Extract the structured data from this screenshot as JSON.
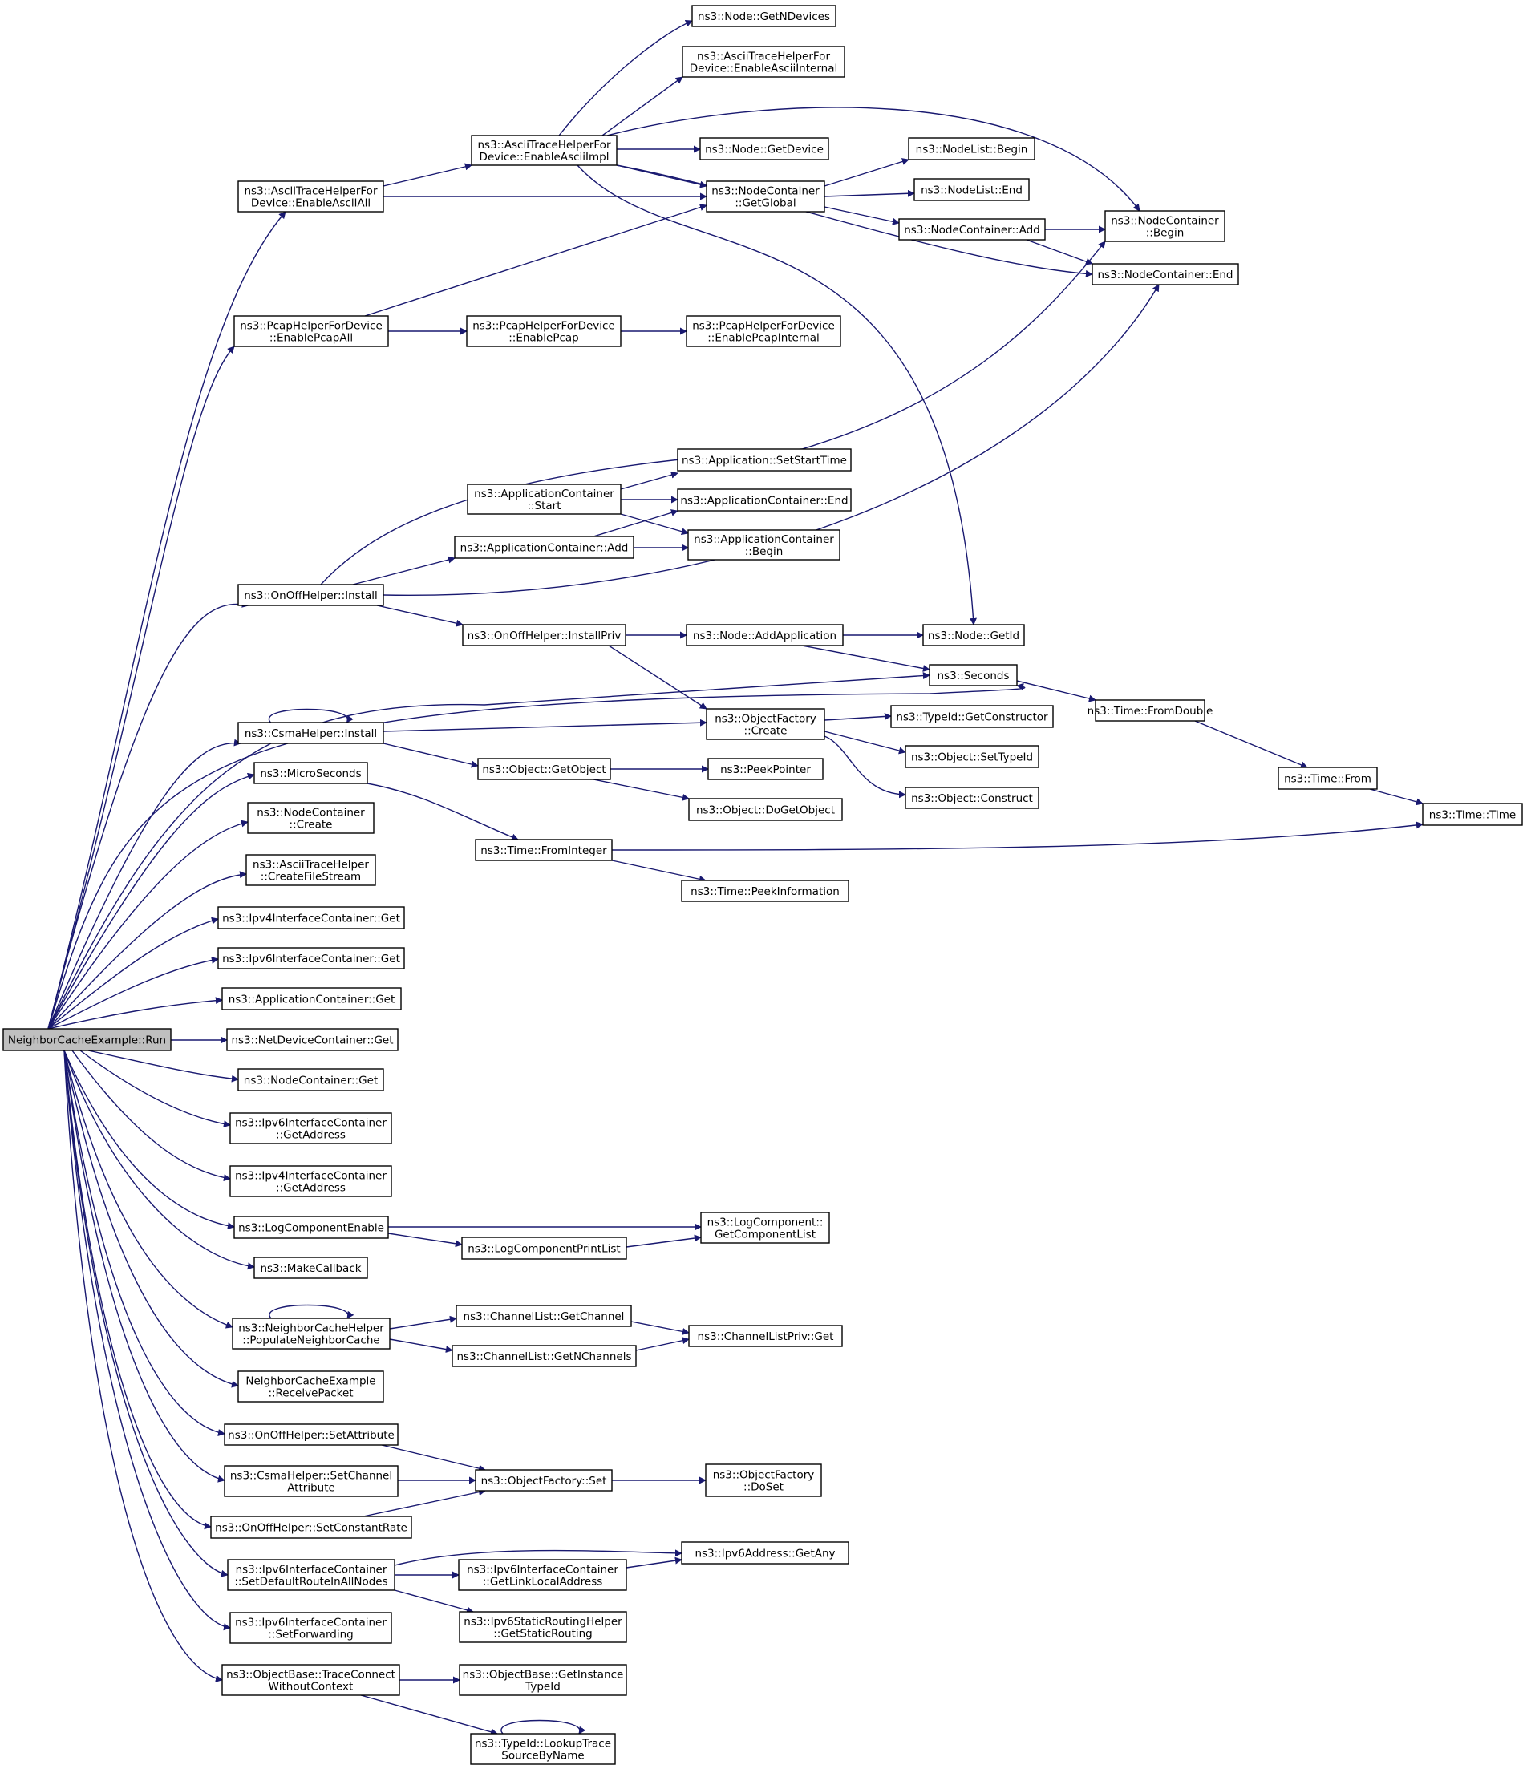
{
  "colors": {
    "edge": "#191970",
    "box_border": "#000000",
    "box_border_truncated": "#ff0000",
    "root_fill": "#bfbfbf",
    "box_fill": "#ffffff",
    "text": "#000000"
  },
  "nodes": [
    {
      "id": "root",
      "label": [
        "NeighborCacheExample::Run"
      ],
      "root": true
    },
    {
      "id": "asciiAll",
      "label": [
        "ns3::AsciiTraceHelperFor",
        "Device::EnableAsciiAll"
      ]
    },
    {
      "id": "asciiImpl",
      "label": [
        "ns3::AsciiTraceHelperFor",
        "Device::EnableAsciiImpl"
      ]
    },
    {
      "id": "getNDevices",
      "label": [
        "ns3::Node::GetNDevices"
      ]
    },
    {
      "id": "asciiInternal",
      "label": [
        "ns3::AsciiTraceHelperFor",
        "Device::EnableAsciiInternal"
      ]
    },
    {
      "id": "getDevice",
      "label": [
        "ns3::Node::GetDevice"
      ]
    },
    {
      "id": "nlBegin",
      "label": [
        "ns3::NodeList::Begin"
      ],
      "truncated": true
    },
    {
      "id": "ncGetGlobal",
      "label": [
        "ns3::NodeContainer",
        "::GetGlobal"
      ]
    },
    {
      "id": "nlEnd",
      "label": [
        "ns3::NodeList::End"
      ],
      "truncated": true
    },
    {
      "id": "ncAdd",
      "label": [
        "ns3::NodeContainer::Add"
      ]
    },
    {
      "id": "ncBegin",
      "label": [
        "ns3::NodeContainer",
        "::Begin"
      ]
    },
    {
      "id": "ncEnd",
      "label": [
        "ns3::NodeContainer::End"
      ]
    },
    {
      "id": "pcapAll",
      "label": [
        "ns3::PcapHelperForDevice",
        "::EnablePcapAll"
      ]
    },
    {
      "id": "pcap",
      "label": [
        "ns3::PcapHelperForDevice",
        "::EnablePcap"
      ]
    },
    {
      "id": "pcapInternal",
      "label": [
        "ns3::PcapHelperForDevice",
        "::EnablePcapInternal"
      ]
    },
    {
      "id": "setStartTime",
      "label": [
        "ns3::Application::SetStartTime"
      ]
    },
    {
      "id": "acStart",
      "label": [
        "ns3::ApplicationContainer",
        "::Start"
      ]
    },
    {
      "id": "acEnd",
      "label": [
        "ns3::ApplicationContainer::End"
      ]
    },
    {
      "id": "acAdd",
      "label": [
        "ns3::ApplicationContainer::Add"
      ]
    },
    {
      "id": "acBegin",
      "label": [
        "ns3::ApplicationContainer",
        "::Begin"
      ]
    },
    {
      "id": "onoffInstall",
      "label": [
        "ns3::OnOffHelper::Install"
      ]
    },
    {
      "id": "installPriv",
      "label": [
        "ns3::OnOffHelper::InstallPriv"
      ]
    },
    {
      "id": "addApp",
      "label": [
        "ns3::Node::AddApplication"
      ],
      "truncated": true
    },
    {
      "id": "getId",
      "label": [
        "ns3::Node::GetId"
      ]
    },
    {
      "id": "seconds",
      "label": [
        "ns3::Seconds"
      ]
    },
    {
      "id": "fromDouble",
      "label": [
        "ns3::Time::FromDouble"
      ]
    },
    {
      "id": "csmaInstall",
      "label": [
        "ns3::CsmaHelper::Install"
      ]
    },
    {
      "id": "ofCreate",
      "label": [
        "ns3::ObjectFactory",
        "::Create"
      ]
    },
    {
      "id": "getConstructor",
      "label": [
        "ns3::TypeId::GetConstructor"
      ],
      "truncated": true
    },
    {
      "id": "setTypeId",
      "label": [
        "ns3::Object::SetTypeId"
      ],
      "truncated": true
    },
    {
      "id": "construct",
      "label": [
        "ns3::Object::Construct"
      ],
      "truncated": true
    },
    {
      "id": "getObject",
      "label": [
        "ns3::Object::GetObject"
      ]
    },
    {
      "id": "peekPointer",
      "label": [
        "ns3::PeekPointer"
      ]
    },
    {
      "id": "doGetObject",
      "label": [
        "ns3::Object::DoGetObject"
      ],
      "truncated": true
    },
    {
      "id": "microSeconds",
      "label": [
        "ns3::MicroSeconds"
      ]
    },
    {
      "id": "timeFrom",
      "label": [
        "ns3::Time::From"
      ]
    },
    {
      "id": "timeTime",
      "label": [
        "ns3::Time::Time"
      ],
      "truncated": true
    },
    {
      "id": "ncCreate",
      "label": [
        "ns3::NodeContainer",
        "::Create"
      ]
    },
    {
      "id": "fromInteger",
      "label": [
        "ns3::Time::FromInteger"
      ]
    },
    {
      "id": "peekInfo",
      "label": [
        "ns3::Time::PeekInformation"
      ],
      "truncated": true
    },
    {
      "id": "createFileStream",
      "label": [
        "ns3::AsciiTraceHelper",
        "::CreateFileStream"
      ]
    },
    {
      "id": "ipv4Get",
      "label": [
        "ns3::Ipv4InterfaceContainer::Get"
      ]
    },
    {
      "id": "ipv6Get",
      "label": [
        "ns3::Ipv6InterfaceContainer::Get"
      ]
    },
    {
      "id": "acGet",
      "label": [
        "ns3::ApplicationContainer::Get"
      ]
    },
    {
      "id": "ndcGet",
      "label": [
        "ns3::NetDeviceContainer::Get"
      ]
    },
    {
      "id": "ncGet",
      "label": [
        "ns3::NodeContainer::Get"
      ]
    },
    {
      "id": "ipv6GetAddress",
      "label": [
        "ns3::Ipv6InterfaceContainer",
        "::GetAddress"
      ]
    },
    {
      "id": "ipv4GetAddress",
      "label": [
        "ns3::Ipv4InterfaceContainer",
        "::GetAddress"
      ]
    },
    {
      "id": "logEnable",
      "label": [
        "ns3::LogComponentEnable"
      ]
    },
    {
      "id": "logGetList",
      "label": [
        "ns3::LogComponent::",
        "GetComponentList"
      ]
    },
    {
      "id": "logPrintList",
      "label": [
        "ns3::LogComponentPrintList"
      ]
    },
    {
      "id": "makeCallback",
      "label": [
        "ns3::MakeCallback"
      ]
    },
    {
      "id": "populate",
      "label": [
        "ns3::NeighborCacheHelper",
        "::PopulateNeighborCache"
      ]
    },
    {
      "id": "clGetChannel",
      "label": [
        "ns3::ChannelList::GetChannel"
      ]
    },
    {
      "id": "clprivGet",
      "label": [
        "ns3::ChannelListPriv::Get"
      ],
      "truncated": true
    },
    {
      "id": "clGetNChannels",
      "label": [
        "ns3::ChannelList::GetNChannels"
      ]
    },
    {
      "id": "receivePacket",
      "label": [
        "NeighborCacheExample",
        "::ReceivePacket"
      ]
    },
    {
      "id": "setAttribute",
      "label": [
        "ns3::OnOffHelper::SetAttribute"
      ]
    },
    {
      "id": "csmaSetChannelAttr",
      "label": [
        "ns3::CsmaHelper::SetChannel",
        "Attribute"
      ]
    },
    {
      "id": "ofSet",
      "label": [
        "ns3::ObjectFactory::Set"
      ],
      "truncated": true
    },
    {
      "id": "ofDoSet",
      "label": [
        "ns3::ObjectFactory",
        "::DoSet"
      ],
      "truncated": true
    },
    {
      "id": "setConstantRate",
      "label": [
        "ns3::OnOffHelper::SetConstantRate"
      ]
    },
    {
      "id": "setDefaultRoute",
      "label": [
        "ns3::Ipv6InterfaceContainer",
        "::SetDefaultRouteInAllNodes"
      ]
    },
    {
      "id": "getLinkLocal",
      "label": [
        "ns3::Ipv6InterfaceContainer",
        "::GetLinkLocalAddress"
      ],
      "truncated": true
    },
    {
      "id": "getAny",
      "label": [
        "ns3::Ipv6Address::GetAny"
      ]
    },
    {
      "id": "getStaticRouting",
      "label": [
        "ns3::Ipv6StaticRoutingHelper",
        "::GetStaticRouting"
      ]
    },
    {
      "id": "setForwarding",
      "label": [
        "ns3::Ipv6InterfaceContainer",
        "::SetForwarding"
      ]
    },
    {
      "id": "traceConnect",
      "label": [
        "ns3::ObjectBase::TraceConnect",
        "WithoutContext"
      ]
    },
    {
      "id": "getInstanceTypeId",
      "label": [
        "ns3::ObjectBase::GetInstance",
        "TypeId"
      ]
    },
    {
      "id": "lookupTrace",
      "label": [
        "ns3::TypeId::LookupTrace",
        "SourceByName"
      ]
    }
  ]
}
